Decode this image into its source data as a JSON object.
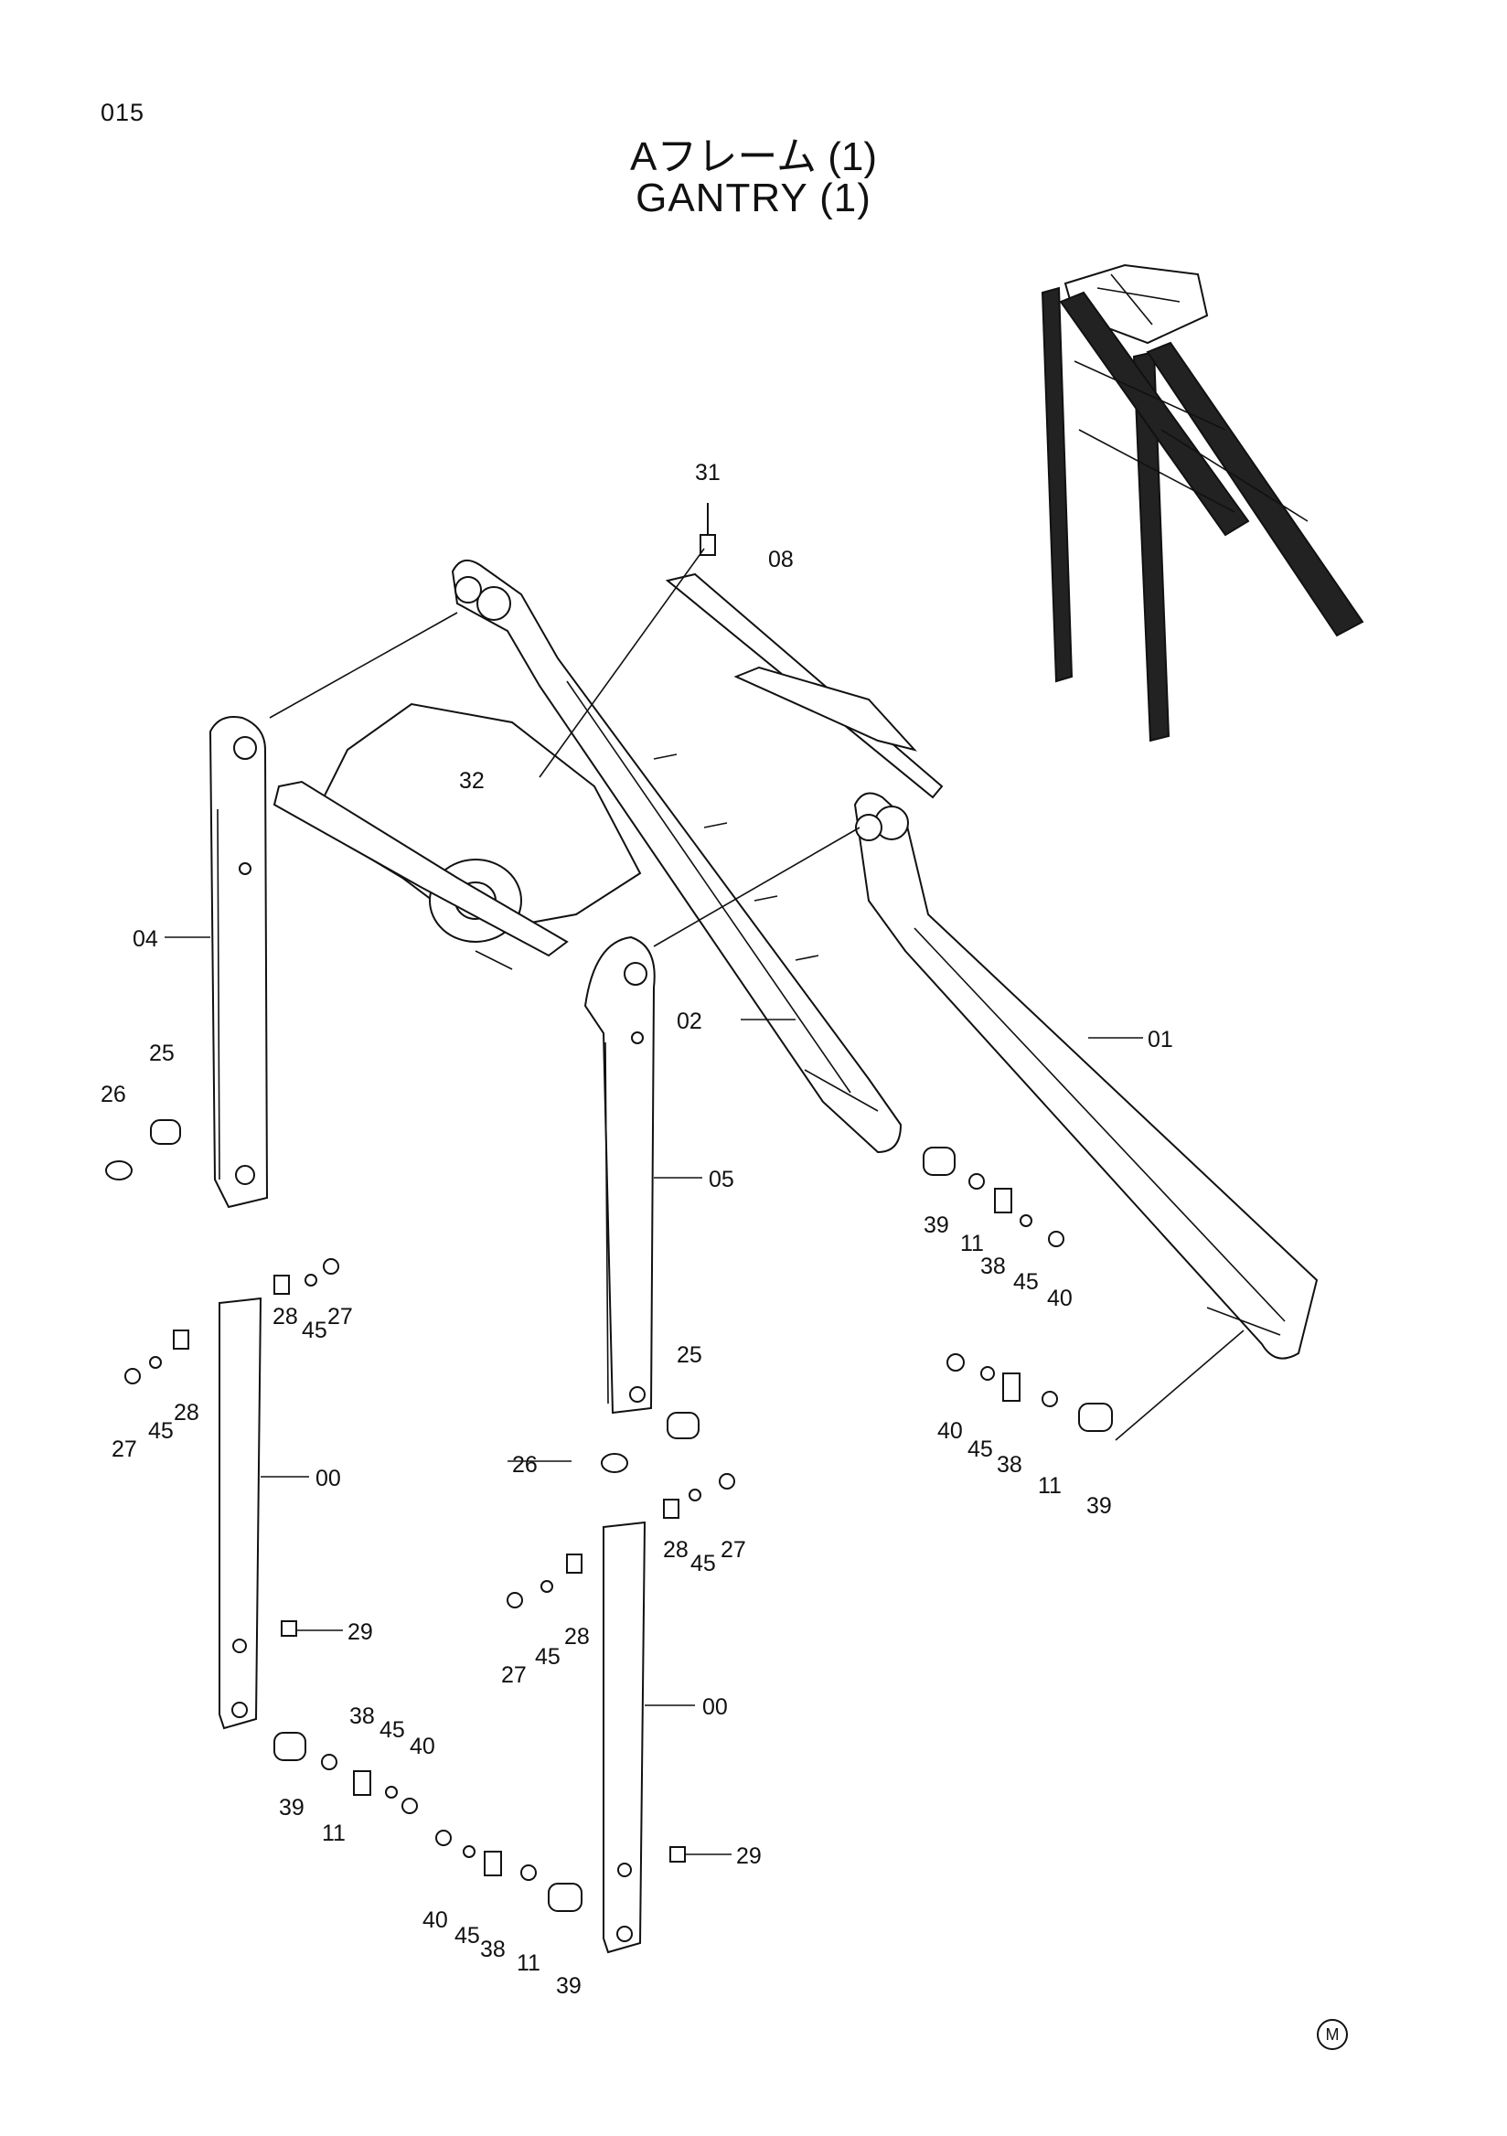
{
  "page_number": "015",
  "title_jp": "Aフレーム (1)",
  "title_en": "GANTRY (1)",
  "mark": "M",
  "callouts": [
    "31",
    "08",
    "32",
    "04",
    "25",
    "26",
    "02",
    "01",
    "05",
    "39",
    "11",
    "38",
    "45",
    "40",
    "28",
    "27",
    "00",
    "29"
  ]
}
